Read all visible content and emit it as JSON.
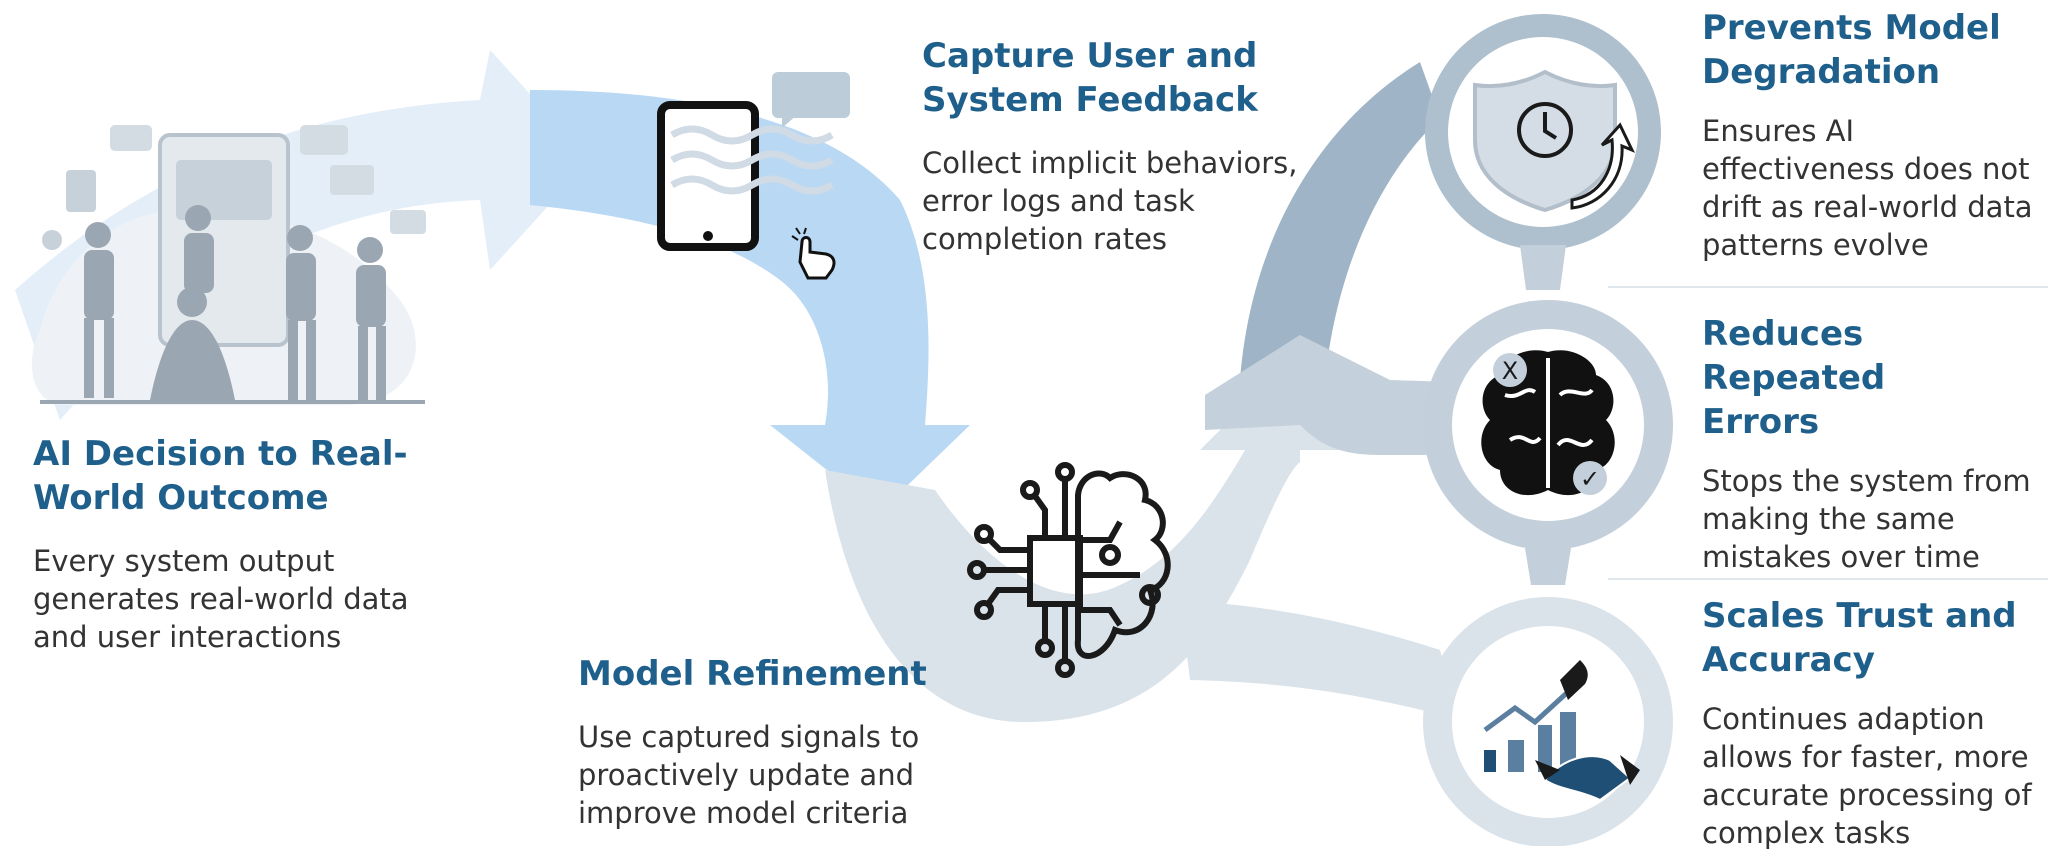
{
  "steps": [
    {
      "title": "AI Decision to Real-\nWorld Outcome",
      "body": "Every system output\ngenerates real-world data\nand user interactions"
    },
    {
      "title": "Capture User and\nSystem Feedback",
      "body": "Collect implicit behaviors,\nerror logs and task\ncompletion rates"
    },
    {
      "title": "Model Refinement",
      "body": "Use captured signals to\nproactively update and\nimprove model criteria"
    }
  ],
  "benefits": [
    {
      "title": "Prevents Model\nDegradation",
      "body": "Ensures AI\neffectiveness does not\ndrift as real-world data\npatterns evolve",
      "icon": "shield-clock-icon"
    },
    {
      "title": "Reduces Repeated\nErrors",
      "body": "Stops the system from\nmaking the same\nmistakes over time",
      "icon": "brain-check-icon"
    },
    {
      "title": "Scales Trust and\nAccuracy",
      "body": "Continues adaption\nallows for faster, more\naccurate processing of\ncomplex tasks",
      "icon": "rocket-handshake-icon"
    }
  ],
  "icons": {
    "step1": "people-devices-illustration-icon",
    "step2": "smartphone-feedback-icon",
    "step3": "circuit-brain-icon",
    "brain_marks": [
      "X",
      "✓"
    ]
  },
  "colors": {
    "title": "#1f5f8b",
    "body": "#333333",
    "arrow_light": "#e3eef8",
    "arrow_blue": "#b9d8f3",
    "band_gray": "#dbe3ea",
    "arrow_up": "#c4d1dc",
    "arrow_dark": "#9fb4c6",
    "ring": "#c3d0db"
  }
}
